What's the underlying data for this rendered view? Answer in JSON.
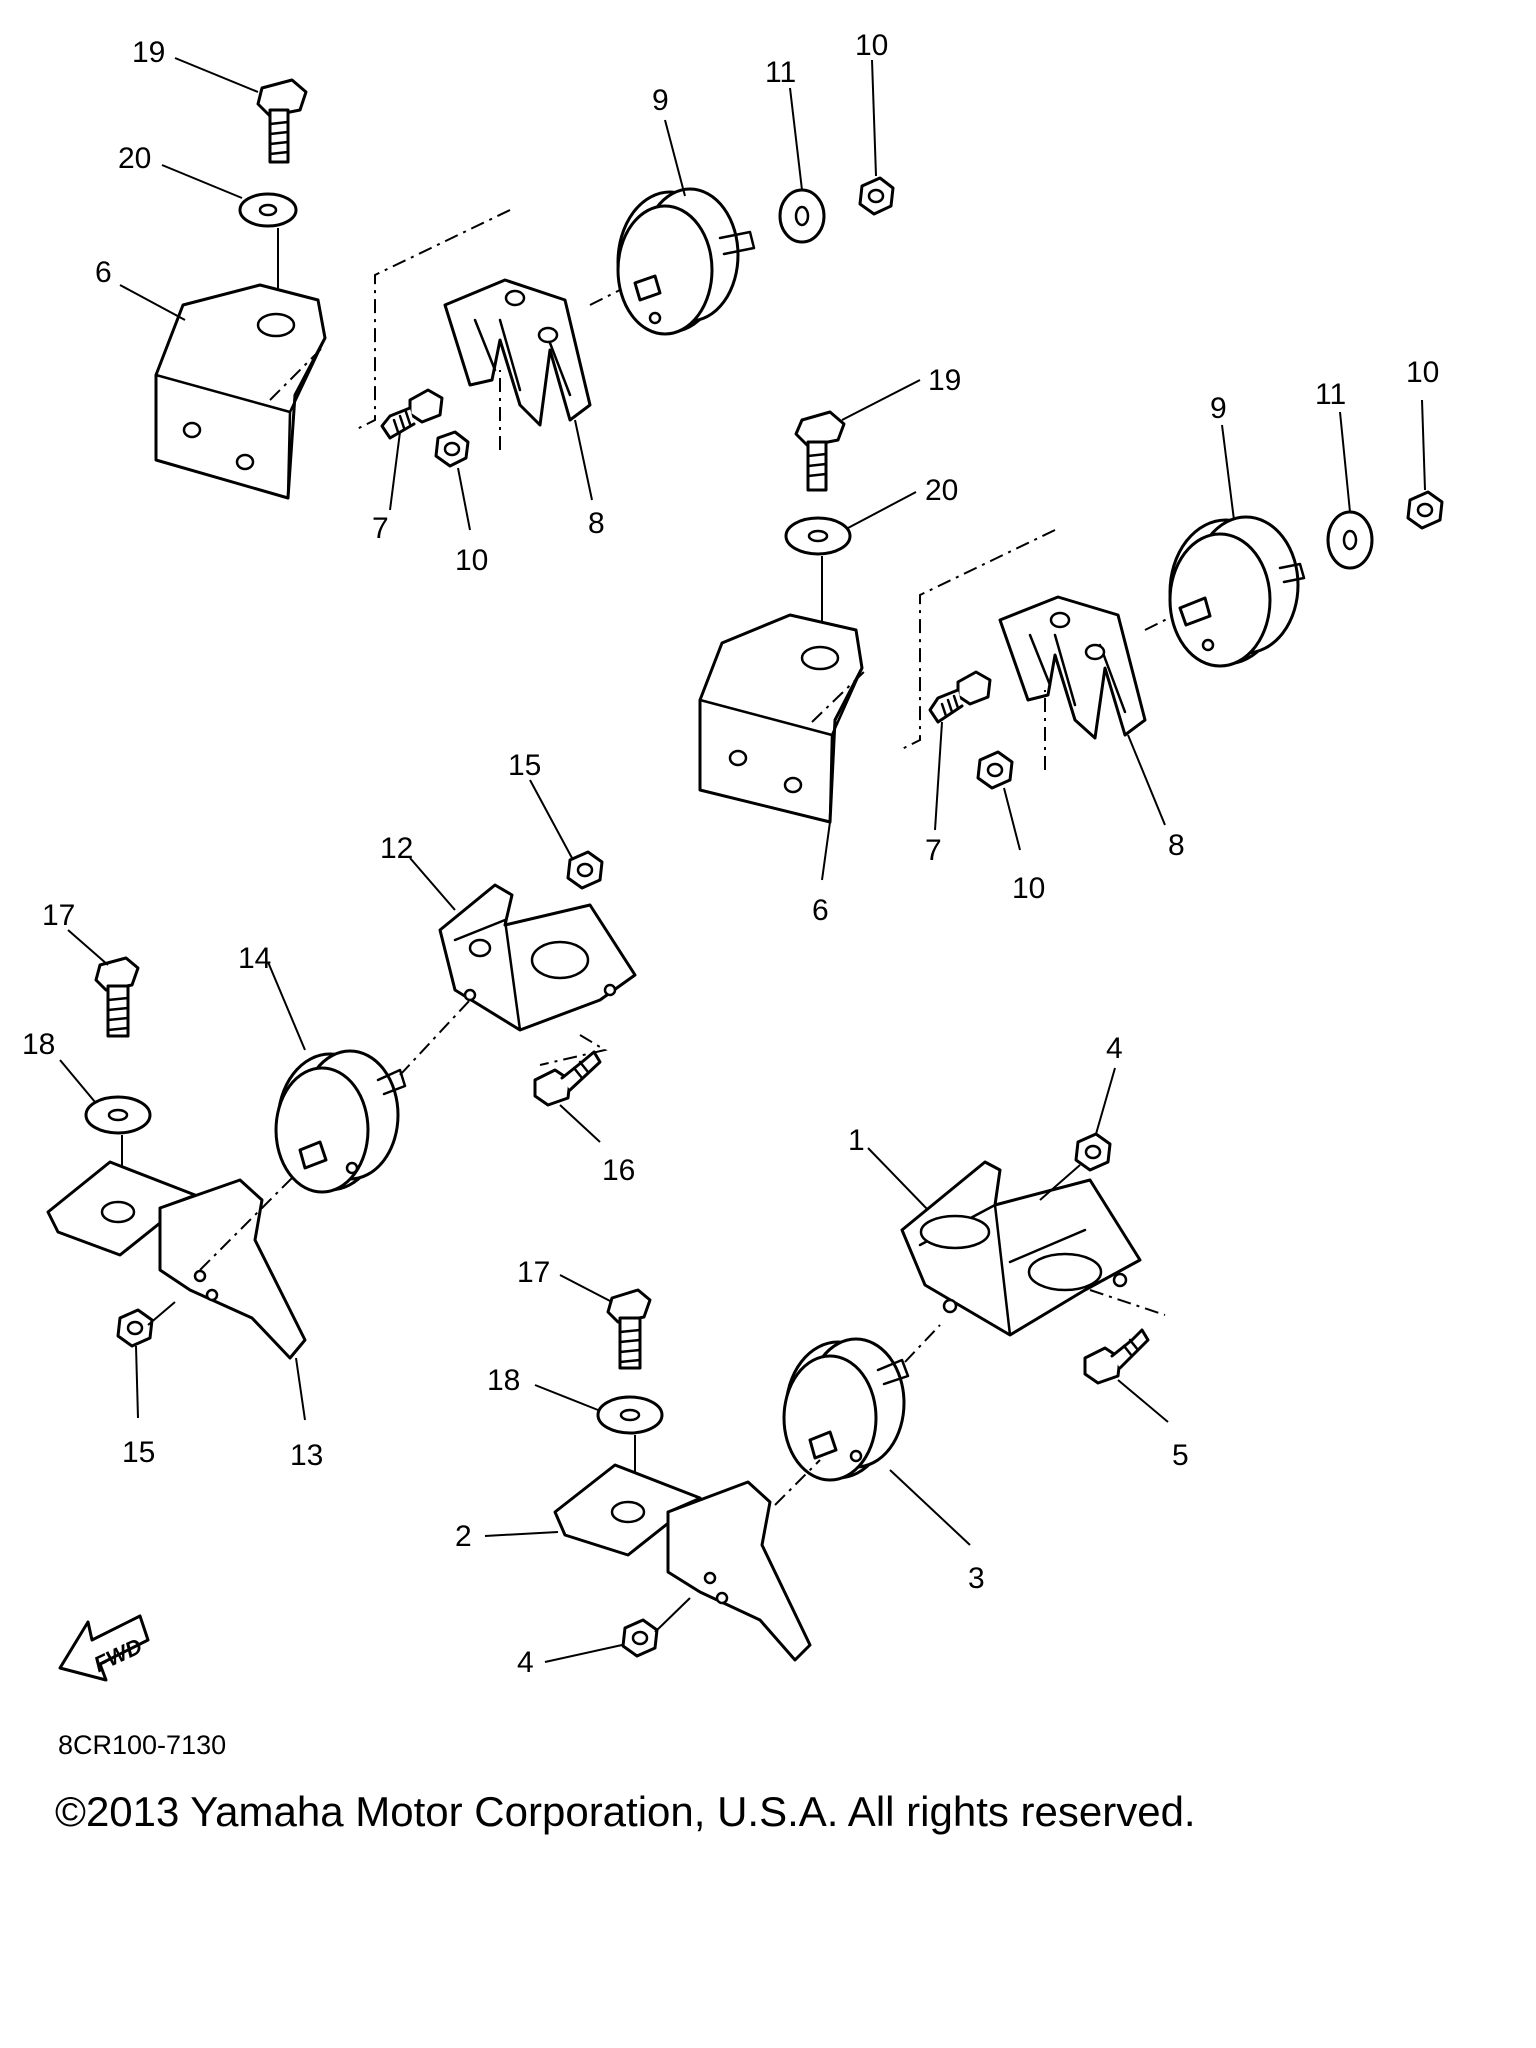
{
  "diagram_code": "8CR100-7130",
  "copyright": "©2013 Yamaha Motor Corporation, U.S.A. All rights reserved.",
  "fwd_label": "FWD",
  "callouts": {
    "upper_left": {
      "c19": "19",
      "c20": "20",
      "c6": "6",
      "c7": "7",
      "c10a": "10",
      "c8": "8",
      "c9": "9",
      "c11": "11",
      "c10b": "10"
    },
    "upper_right": {
      "c19": "19",
      "c20": "20",
      "c6": "6",
      "c7": "7",
      "c10a": "10",
      "c8": "8",
      "c9": "9",
      "c11": "11",
      "c10b": "10"
    },
    "middle_left": {
      "c17": "17",
      "c18": "18",
      "c14": "14",
      "c12": "12",
      "c15a": "15",
      "c16": "16",
      "c15b": "15",
      "c13": "13"
    },
    "lower_right": {
      "c1": "1",
      "c4a": "4",
      "c5": "5",
      "c17": "17",
      "c18": "18",
      "c3": "3",
      "c2": "2",
      "c4b": "4"
    }
  }
}
